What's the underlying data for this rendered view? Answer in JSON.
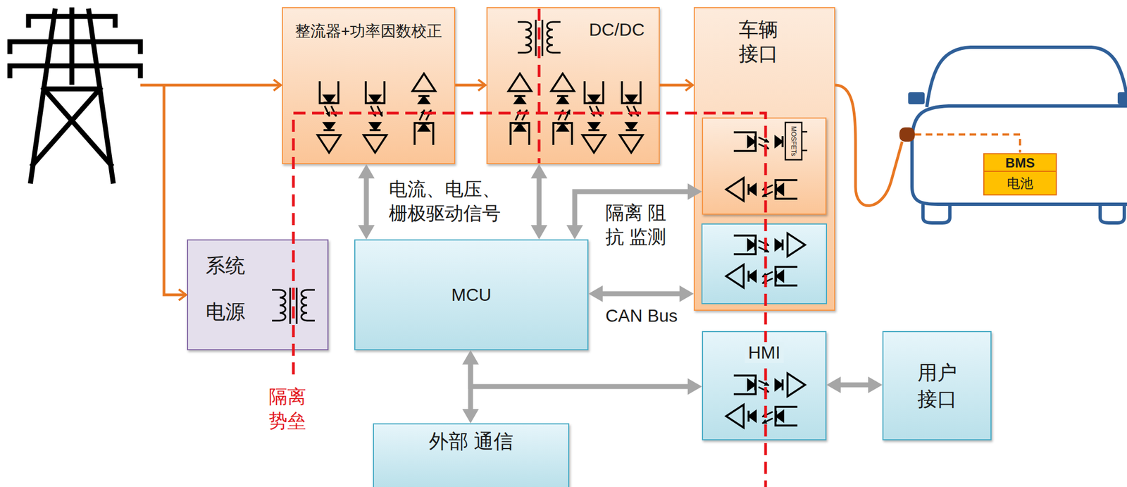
{
  "diagram": {
    "nodes": [
      {
        "text": [
          "整流器+功率因数校正"
        ]
      },
      {
        "text": [
          "DC/DC"
        ]
      },
      {
        "text": [
          "车辆 接口"
        ]
      },
      {
        "text": [
          "MOSFETs"
        ],
        "in": 2
      },
      {
        "text": [
          "BMS",
          "电池"
        ]
      },
      {
        "text": [
          "系统 电源"
        ]
      },
      {
        "text": [
          "MCU"
        ]
      },
      {
        "text": [
          "HMI"
        ]
      },
      {
        "text": [
          "用户 接口"
        ]
      },
      {
        "text": [
          "外部 通信"
        ]
      }
    ],
    "edges": [
      {
        "from": 0,
        "to": 1,
        "arrow": "to"
      },
      {
        "from": 1,
        "to": 2,
        "arrow": "to"
      },
      {
        "from": 2,
        "to": 4,
        "arrow": "none"
      },
      {
        "from": 0,
        "to": 6,
        "arrow": "both"
      },
      {
        "from": 1,
        "to": 6,
        "arrow": "both"
      },
      {
        "from": 6,
        "to": 3,
        "label": "隔离 阻 抗 监测",
        "arrow": "both"
      },
      {
        "from": 6,
        "to": 2,
        "label": "CAN Bus",
        "arrow": "both"
      },
      {
        "from": 6,
        "to": 9,
        "arrow": "both"
      },
      {
        "from": 6,
        "to": 7,
        "arrow": "both"
      },
      {
        "from": 7,
        "to": 8,
        "arrow": "both"
      }
    ],
    "labels": [
      "电流、电压、 栅极驱动信号",
      "隔离 势垒"
    ]
  }
}
